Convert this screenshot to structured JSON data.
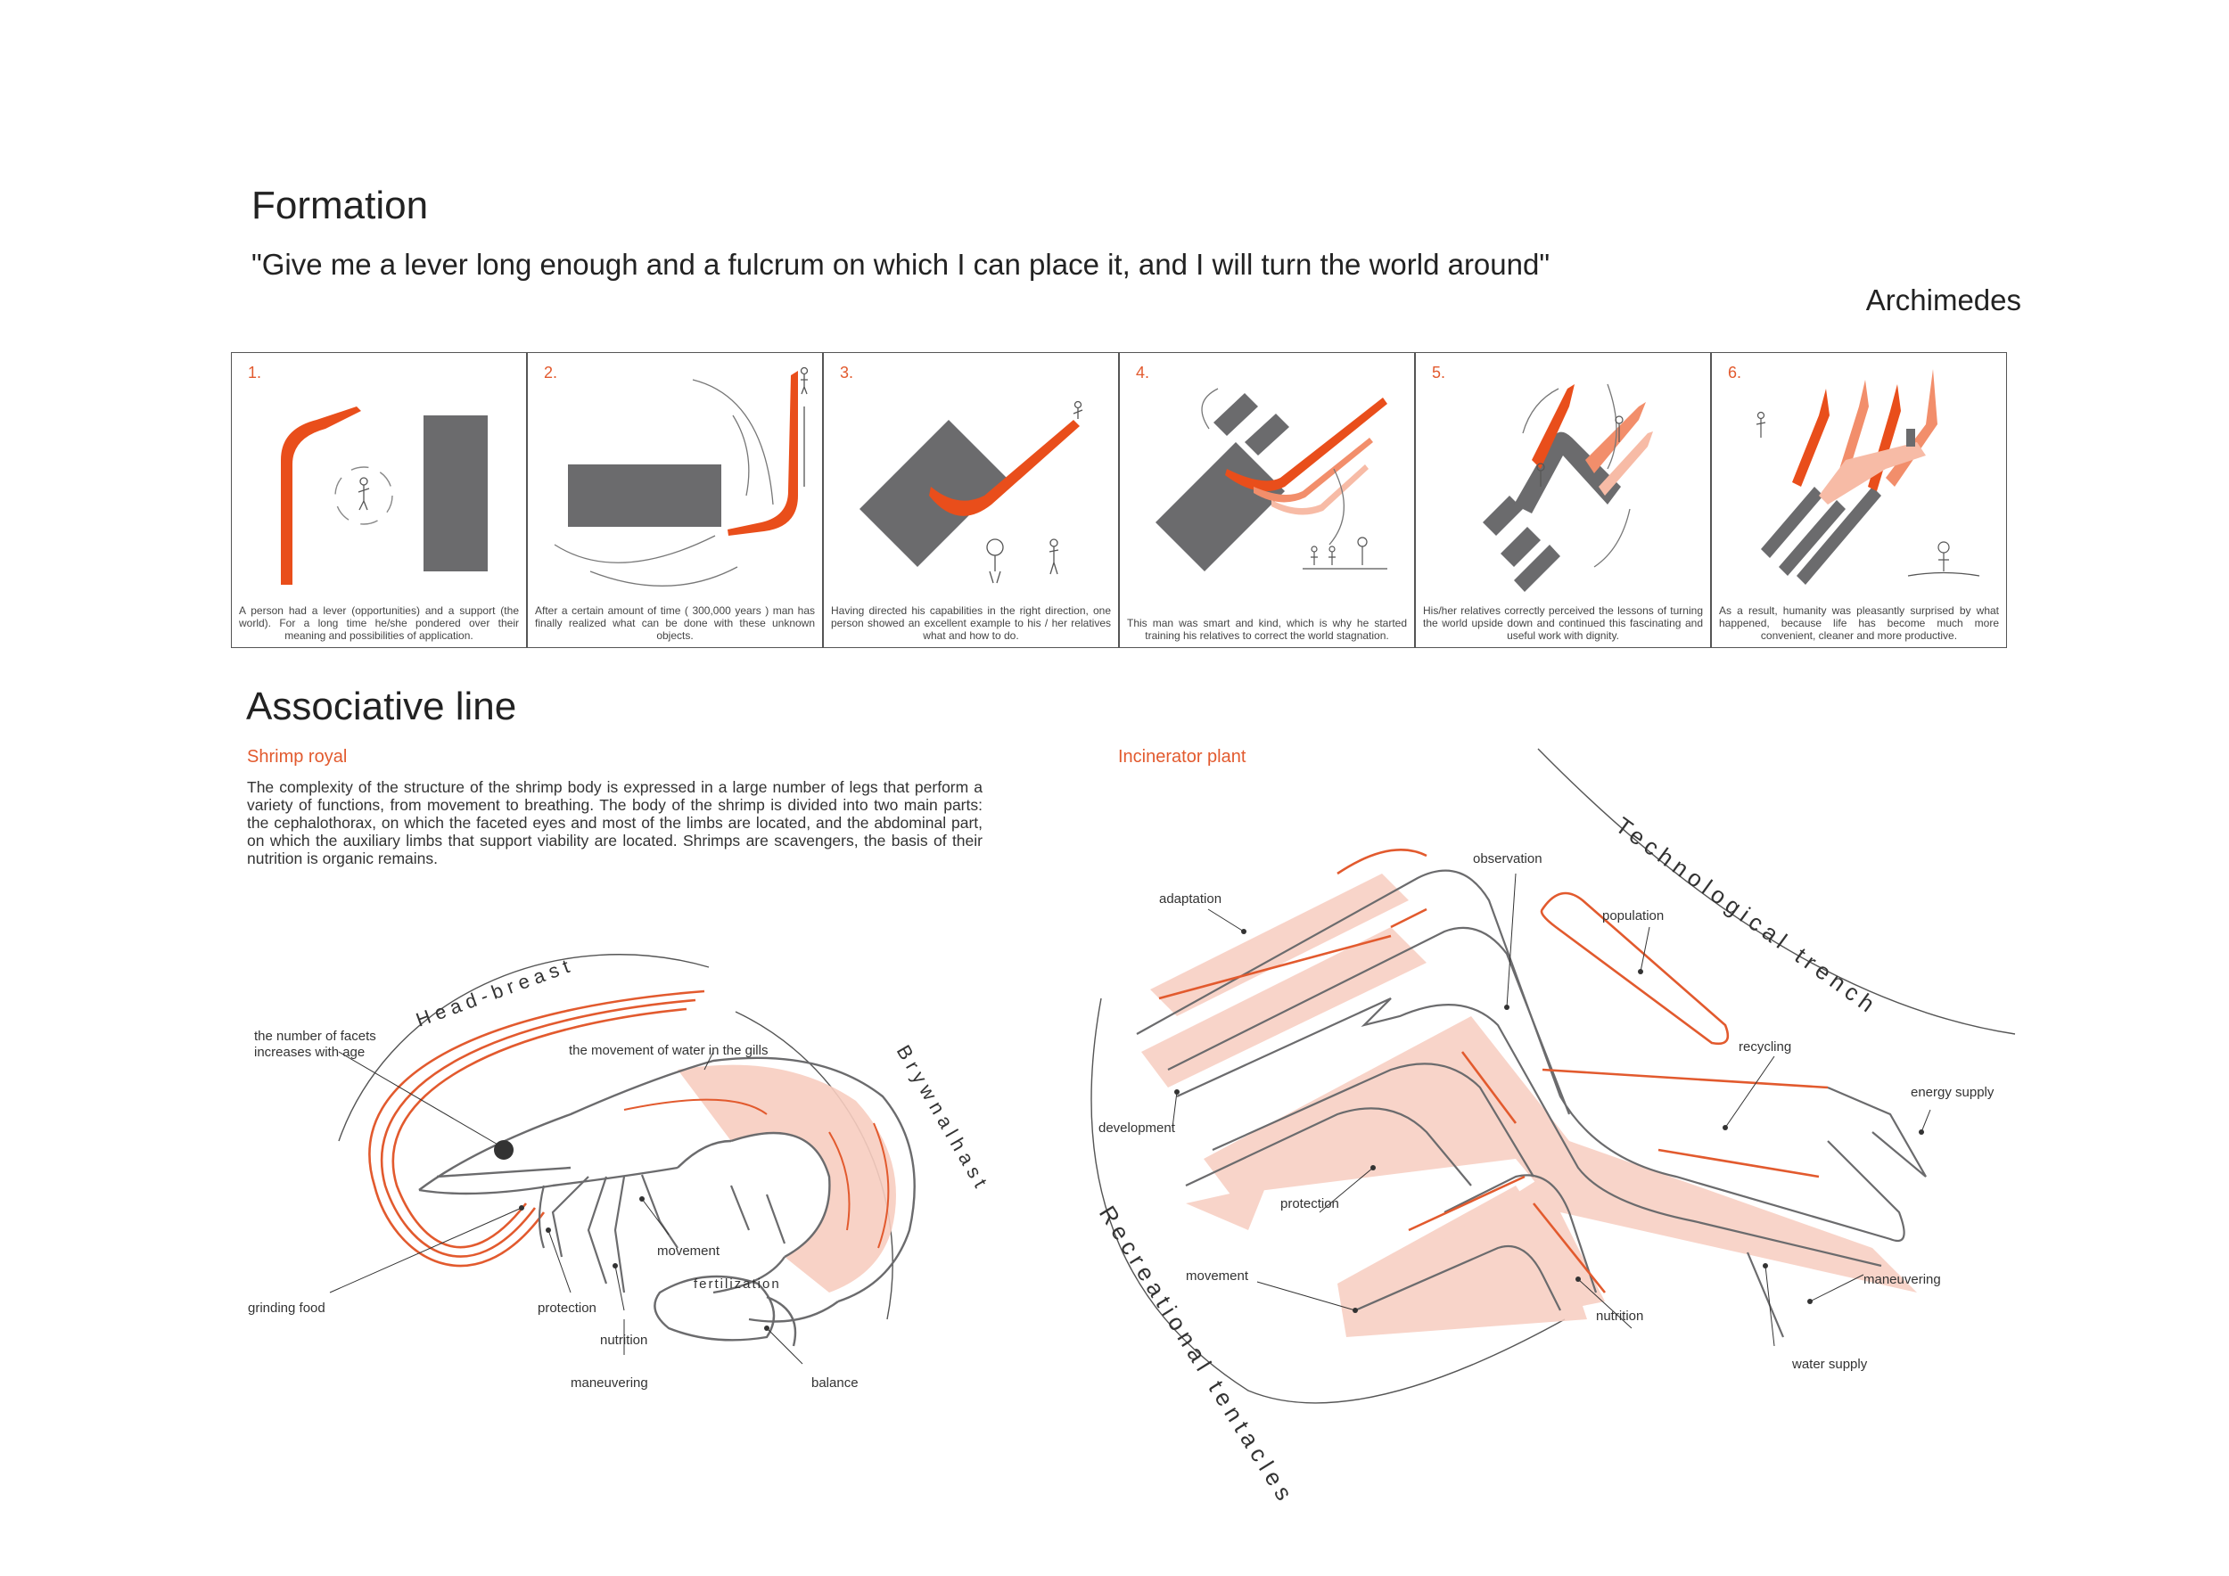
{
  "formation": {
    "title": "Formation",
    "quote": "\"Give me a lever long enough and a fulcrum on which I can place it, and I will turn the world around\"",
    "author": "Archimedes",
    "panels": [
      {
        "num": "1.",
        "caption": "A person had a lever (opportunities) and a support (the world). For a long time he/she pondered over their meaning and possibilities of application."
      },
      {
        "num": "2.",
        "caption": "After a certain amount of time ( 300,000 years ) man has finally realized what can be done with these unknown objects."
      },
      {
        "num": "3.",
        "caption": "Having directed his capabilities in the right direction, one person showed an excellent example to his / her relatives what and how to do."
      },
      {
        "num": "4.",
        "caption": "This man was smart and kind, which is why he started training his relatives to correct the world stagnation."
      },
      {
        "num": "5.",
        "caption": "His/her relatives correctly perceived the lessons of turning the world upside down and continued this fascinating and useful work with dignity."
      },
      {
        "num": "6.",
        "caption": "As a result, humanity was pleasantly surprised by what happened, because life has become much more convenient, cleaner and more productive."
      }
    ]
  },
  "associative": {
    "title": "Associative line",
    "shrimp": {
      "subtitle": "Shrimp royal",
      "text": "The complexity of the structure of the shrimp body is expressed in a large number of legs that perform a variety of functions, from movement to breathing. The body of the shrimp is divided into two main parts: the cephalothorax, on which the faceted eyes and most of the limbs are located, and the abdominal part, on which the auxiliary limbs that support viability are located. Shrimps are scavengers, the basis of their nutrition is organic remains.",
      "arc_head": "Head-breast",
      "arc_body": "Brywnalhast",
      "labels": {
        "facets": "the number of facets",
        "facets2": "increases   with   age",
        "gills": "the movement of water in the gills",
        "grinding": "grinding food",
        "protection": "protection",
        "movement": "movement",
        "fertilization": "fertilization",
        "nutrition": "nutrition",
        "maneuvering": "maneuvering",
        "balance": "balance"
      }
    },
    "plant": {
      "subtitle": "Incinerator plant",
      "arc_tech": "Technological trench",
      "arc_rec": "Recreational tentacles",
      "labels": {
        "adaptation": "adaptation",
        "observation": "observation",
        "population": "population",
        "recycling": "recycling",
        "energy": "energy supply",
        "development": "development",
        "protection": "protection",
        "movement": "movement",
        "nutrition": "nutrition",
        "maneuvering": "maneuvering",
        "water": "water supply"
      }
    }
  },
  "colors": {
    "accent": "#E25A2E",
    "dark": "#6B6B6D",
    "pink": "#F7CDC0"
  }
}
